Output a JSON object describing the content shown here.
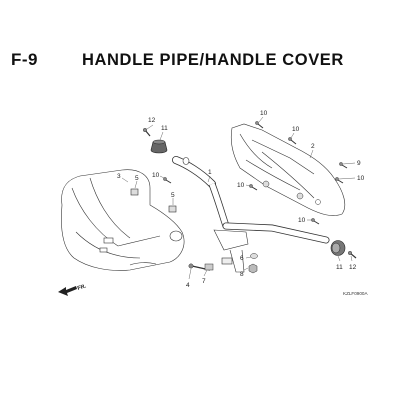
{
  "header": {
    "figure_code": "F-9",
    "title": "HANDLE PIPE/HANDLE COVER"
  },
  "callouts": [
    "12",
    "11",
    "10",
    "10",
    "2",
    "9",
    "10",
    "10",
    "10",
    "3",
    "5",
    "10",
    "1",
    "5",
    "8",
    "6",
    "4",
    "7",
    "11",
    "12"
  ],
  "front_indicator": "FR.",
  "reference_code": "KZLF0900A"
}
